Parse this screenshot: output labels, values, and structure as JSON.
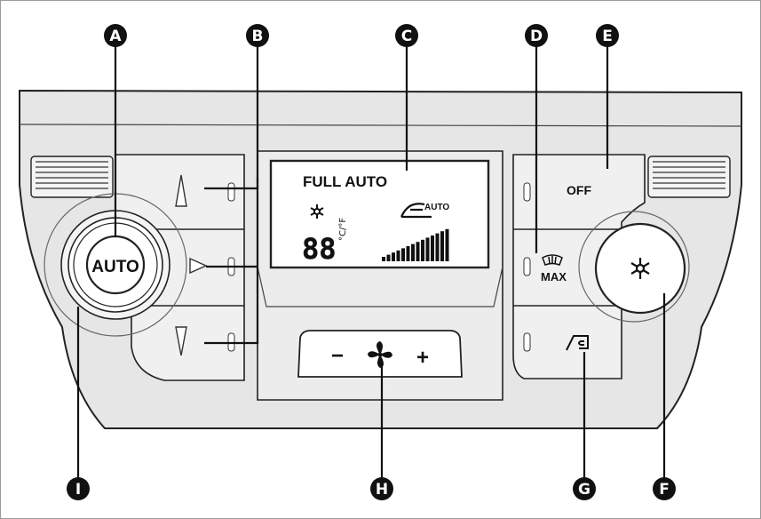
{
  "callouts": [
    "A",
    "B",
    "C",
    "D",
    "E",
    "F",
    "G",
    "H",
    "I"
  ],
  "display": {
    "mode_text": "FULL AUTO",
    "digits": "88",
    "unit": "°C/°F",
    "air_mode_label": "AUTO"
  },
  "buttons": {
    "auto": "AUTO",
    "off": "OFF",
    "max_defrost": "MAX",
    "fan_minus": "−",
    "fan_plus": "+"
  },
  "icons": [
    "snowflake-icon",
    "air-distribution-icon",
    "fan-icon",
    "windscreen-defrost-icon",
    "recirculation-icon",
    "temperature-up-icon",
    "temperature-down-icon"
  ]
}
